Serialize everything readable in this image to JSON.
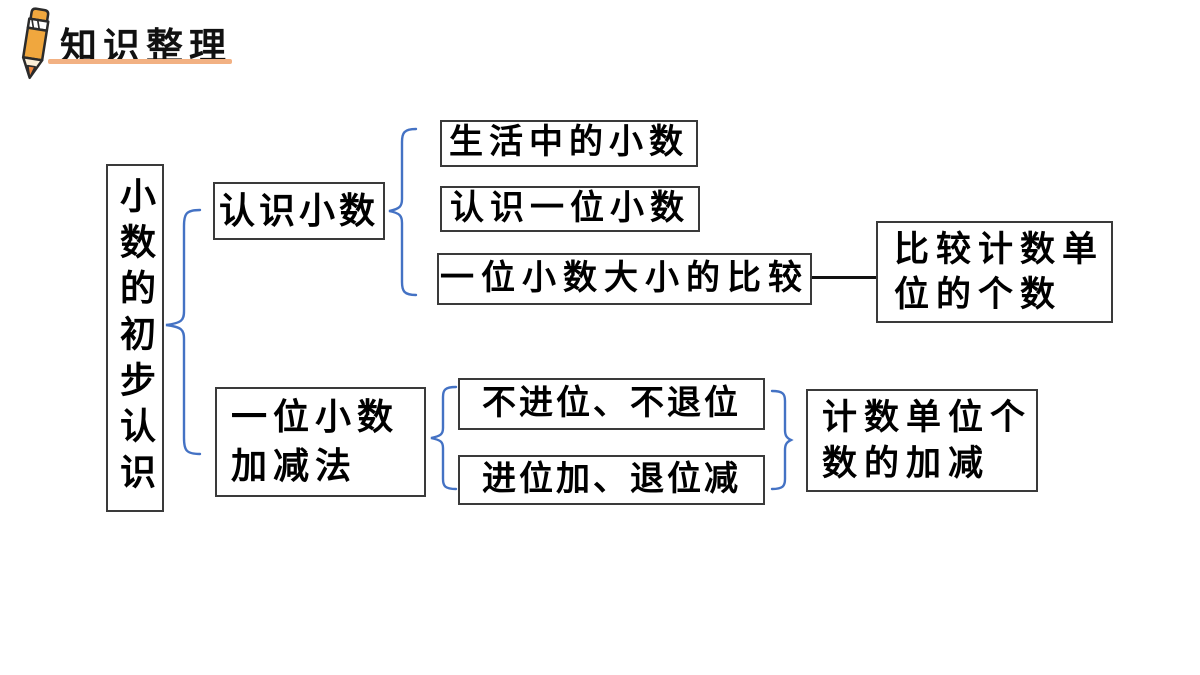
{
  "header": {
    "title": "知识整理",
    "icon": "pencil-icon",
    "underline_color": "#F2B183"
  },
  "colors": {
    "background": "#FFFFFF",
    "box_border": "#3A3A3A",
    "text": "#000000",
    "brace": "#4472C4",
    "pencil_body": "#F0A73E"
  },
  "diagram": {
    "root": {
      "label": "小数的初步认识"
    },
    "branches": [
      {
        "label": "认识小数",
        "children": [
          {
            "label": "生活中的小数"
          },
          {
            "label": "认识一位小数"
          },
          {
            "label": "一位小数大小的比较"
          }
        ],
        "result": {
          "label": "比较计数单\n位的个数"
        }
      },
      {
        "label": "一位小数\n加减法",
        "children": [
          {
            "label": "不进位、不退位"
          },
          {
            "label": "进位加、退位减"
          }
        ],
        "result": {
          "label": "计数单位个\n数的加减"
        }
      }
    ]
  }
}
